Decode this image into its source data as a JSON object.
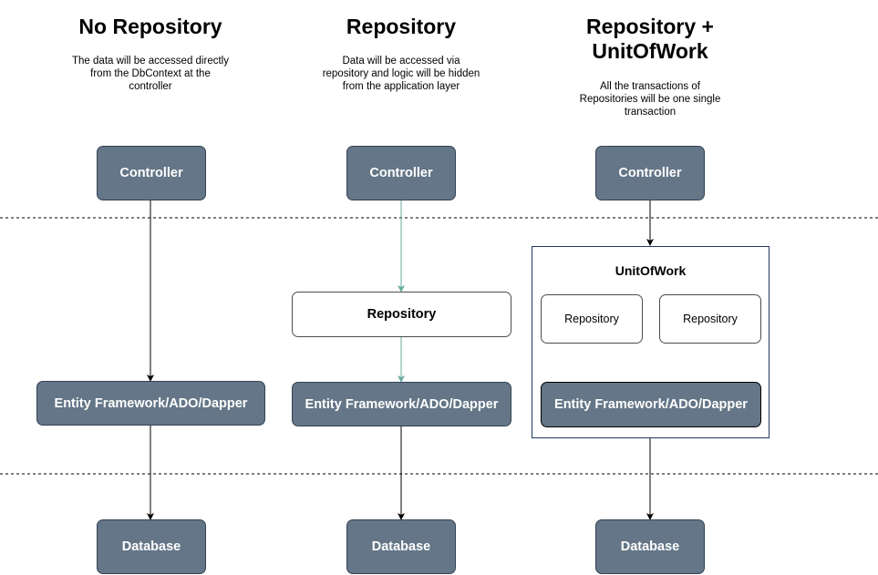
{
  "columns": {
    "no_repository": {
      "title": "No Repository",
      "description": "The data will be accessed directly\nfrom the DbContext at the\ncontroller",
      "controller": "Controller",
      "orm": "Entity Framework/ADO/Dapper",
      "database": "Database"
    },
    "repository": {
      "title": "Repository",
      "description": "Data will be accessed via\nrepository and logic will be hidden\nfrom the application layer",
      "controller": "Controller",
      "repository": "Repository",
      "orm": "Entity Framework/ADO/Dapper",
      "database": "Database"
    },
    "repository_uow": {
      "title": "Repository +\nUnitOfWork",
      "description": "All the transactions of\nRepositories will be one single\ntransaction",
      "controller": "Controller",
      "unit_of_work": "UnitOfWork",
      "repository_1": "Repository",
      "repository_2": "Repository",
      "orm": "Entity Framework/ADO/Dapper",
      "database": "Database"
    }
  },
  "colors": {
    "dark_node_fill": "#647687",
    "dark_node_border": "#314354",
    "green_connector": "#67AB9F",
    "black_connector": "#000000"
  }
}
